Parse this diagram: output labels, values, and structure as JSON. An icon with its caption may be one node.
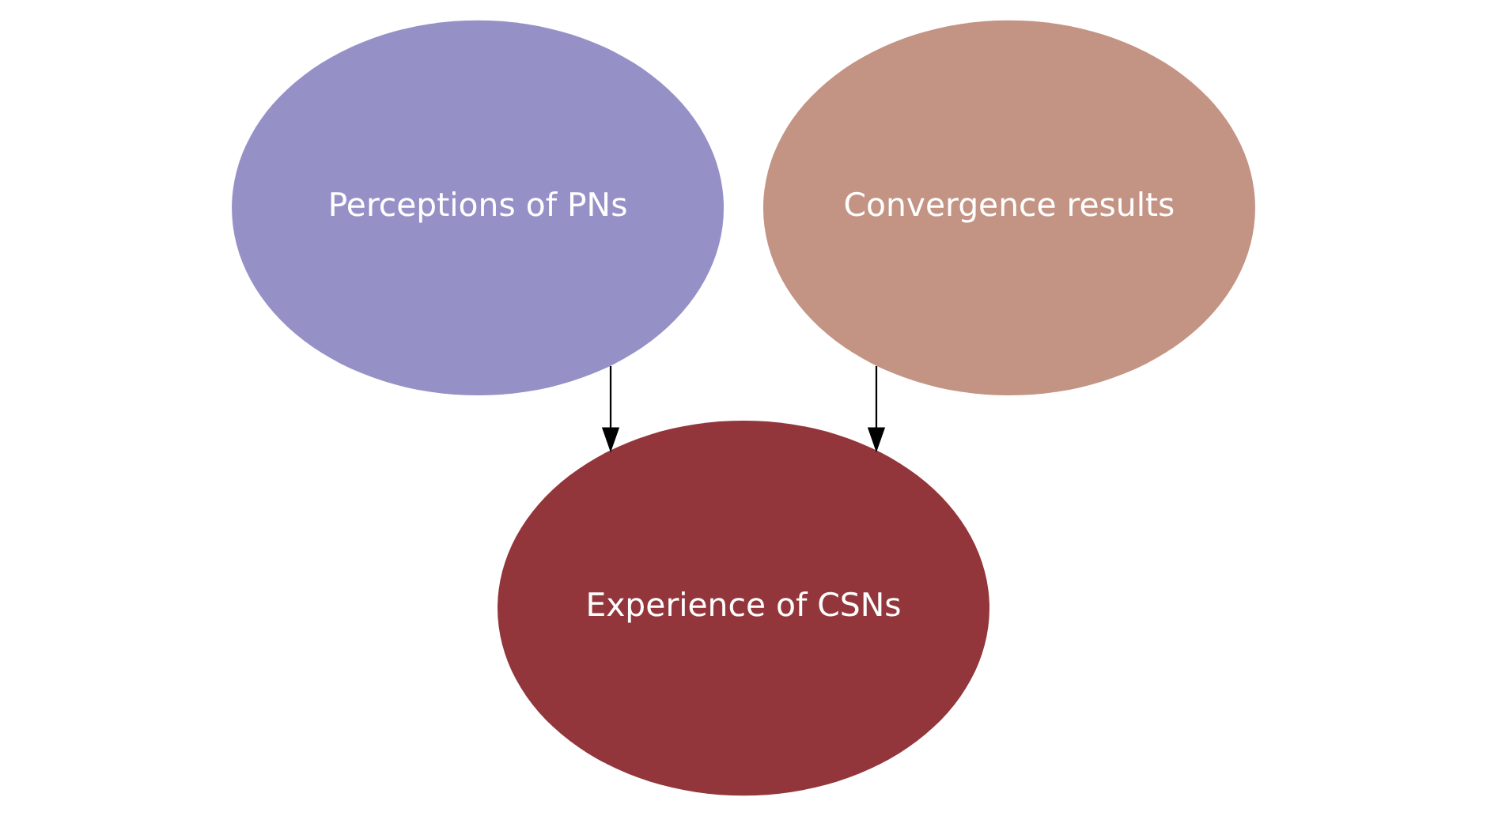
{
  "diagram": {
    "nodes": [
      {
        "text": [
          "Perceptions of PNs"
        ]
      },
      {
        "text": [
          "Convergence results"
        ]
      },
      {
        "text": [
          "Experience of CSNs"
        ]
      }
    ],
    "edges": [
      {
        "from": 0,
        "to": 2,
        "arrow": "to"
      },
      {
        "from": 1,
        "to": 2,
        "arrow": "to"
      }
    ]
  }
}
